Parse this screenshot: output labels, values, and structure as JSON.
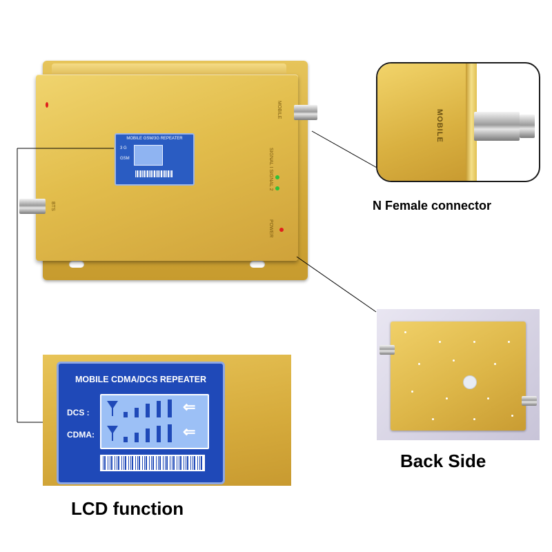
{
  "device": {
    "lcd_title": "MOBILE GSM/3G REPEATER",
    "lcd_label_3g": "3 G",
    "lcd_label_gsm": "GSM",
    "port_mobile": "MOBILE",
    "port_bts": "BTS",
    "led_signal": "SIGNAL I  SIGNAL 2",
    "led_power": "POWER"
  },
  "zoom": {
    "port_text": "MOBILE"
  },
  "lcd_function": {
    "title": "MOBILE CDMA/DCS REPEATER",
    "row_dcs": "DCS :",
    "row_cdma": "CDMA:"
  },
  "captions": {
    "connector": "N Female connector",
    "back_side": "Back Side",
    "lcd_function": "LCD function"
  },
  "colors": {
    "gold": "#d9b040",
    "lcd_blue": "#1f49b8",
    "led_green": "#2fbf3a",
    "led_red": "#e0201c"
  }
}
